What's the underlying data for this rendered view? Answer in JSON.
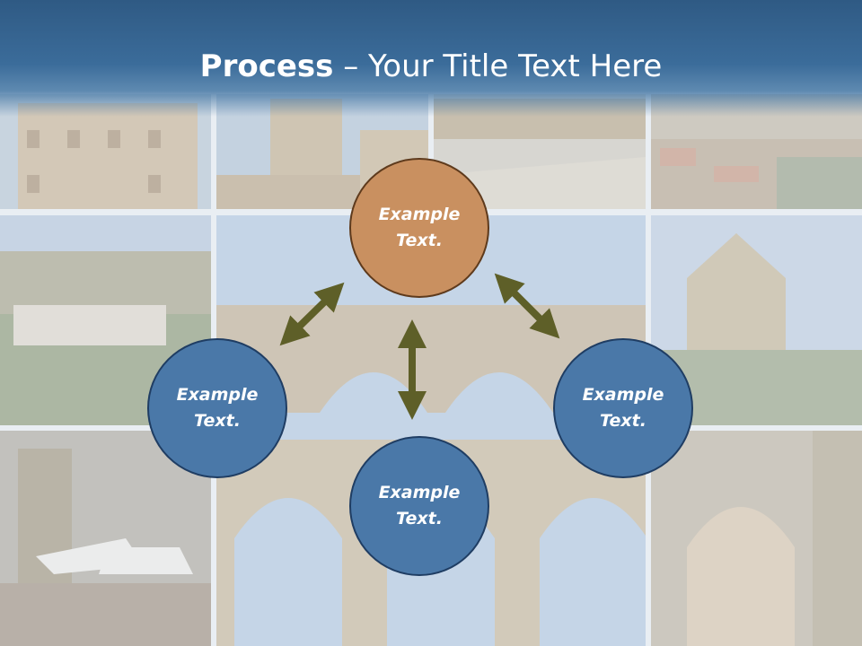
{
  "title": {
    "bold": "Process",
    "dash": " – ",
    "rest": "Your Title Text Here"
  },
  "colors": {
    "header": "#3b6c9a",
    "circle_blue": "#4a78a8",
    "circle_orange": "#c99060",
    "arrow": "#5e5f28"
  },
  "nodes": {
    "top": "Example\nText.",
    "left": "Example\nText.",
    "right": "Example\nText.",
    "bottom": "Example\nText."
  }
}
